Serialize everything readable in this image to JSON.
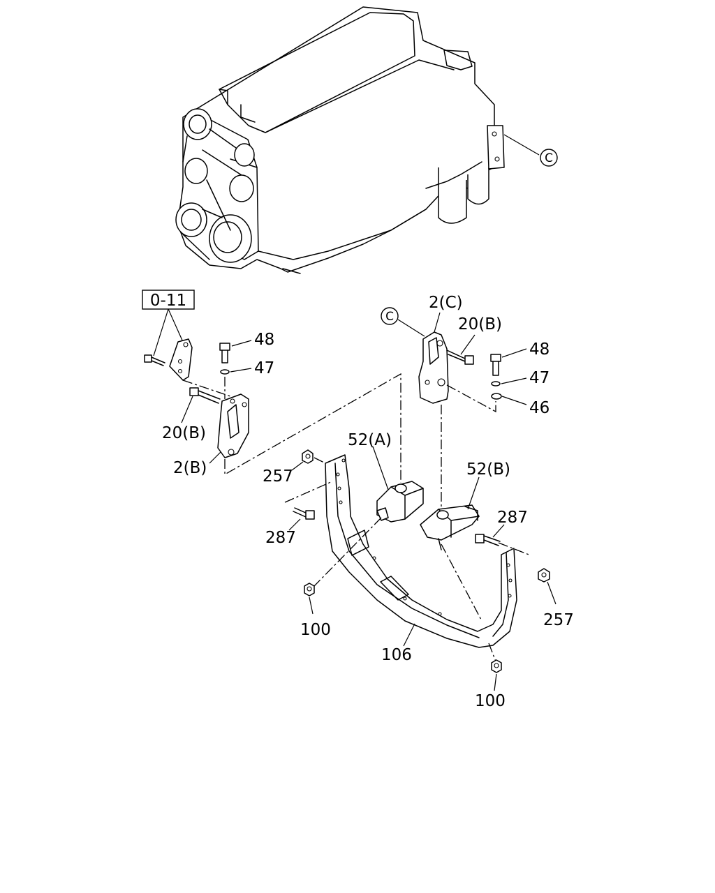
{
  "labels": {
    "ref_c": "C",
    "ref_box": "0-11",
    "p48_left": "48",
    "p47_left": "47",
    "p20b_left": "20(B)",
    "p2b": "2(B)",
    "p2c": "2(C)",
    "p20b_right": "20(B)",
    "p48_right": "48",
    "p47_right": "47",
    "p46": "46",
    "p52a": "52(A)",
    "p52b": "52(B)",
    "p257_left": "257",
    "p257_right": "257",
    "p287_left": "287",
    "p287_right": "287",
    "p100_left": "100",
    "p100_right": "100",
    "p106": "106"
  }
}
